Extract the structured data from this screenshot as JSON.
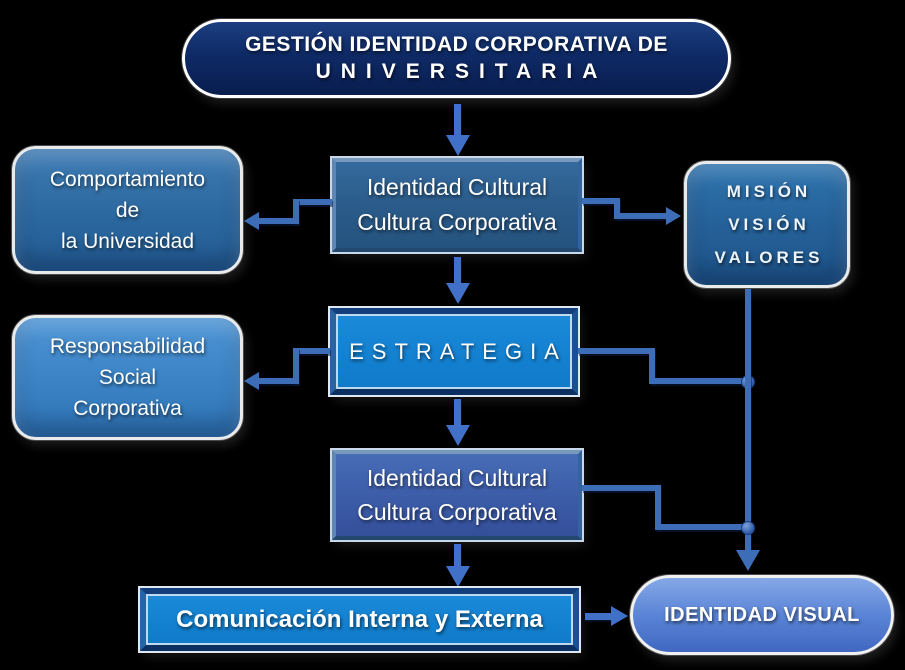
{
  "diagram": {
    "title": {
      "line1": "GESTIÓN IDENTIDAD CORPORATIVA DE",
      "line2": "UNIVERSITARIA"
    },
    "nodes": {
      "comportamiento": {
        "line1": "Comportamiento",
        "line2": "de",
        "line3": "la Universidad"
      },
      "identidad_cultural_top": {
        "line1": "Identidad Cultural",
        "line2": "Cultura Corporativa"
      },
      "mision_vision_valores": {
        "line1": "MISIÓN",
        "line2": "VISIÓN",
        "line3": "VALORES"
      },
      "estrategia": {
        "label": "ESTRATEGIA"
      },
      "responsabilidad": {
        "line1": "Responsabilidad",
        "line2": "Social",
        "line3": "Corporativa"
      },
      "identidad_cultural_bottom": {
        "line1": "Identidad Cultural",
        "line2": "Cultura Corporativa"
      },
      "comunicacion": {
        "label": "Comunicación Interna y Externa"
      },
      "identidad_visual": {
        "label": "IDENTIDAD VISUAL"
      }
    },
    "colors": {
      "background": "#000000",
      "connector_blue": "#3e6db8",
      "arrow_blue": "#4070c8",
      "title_pill_fill": "#0e2a66",
      "steel_box_fill": "#2e6090",
      "indigo_box_fill": "#3c5ca8",
      "azure_box_fill": "#1583d3",
      "comportamiento_fill": "#2e6aa2",
      "responsabilidad_fill": "#3e87c8",
      "mision_fill": "#245f96",
      "identidad_visual_fill": "#5a84d6",
      "white_border": "#ffffff"
    }
  }
}
